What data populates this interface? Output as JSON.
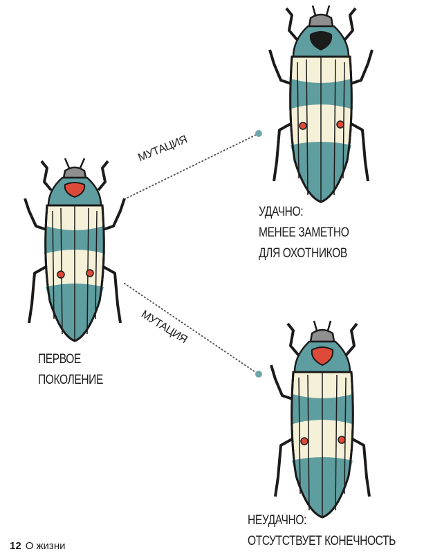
{
  "colors": {
    "teal": "#5f9ea0",
    "cream": "#f5f1d8",
    "red": "#de4a3a",
    "gray": "#8f8f8f",
    "black": "#1b1b1b",
    "dot": "#6fa8ab"
  },
  "labels": {
    "mutation_top": "МУТАЦИЯ",
    "mutation_bottom": "МУТАЦИЯ",
    "first_gen": [
      "ПЕРВОЕ",
      "ПОКОЛЕНИЕ"
    ],
    "success": [
      "УДАЧНО:",
      "МЕНЕЕ ЗАМЕТНО",
      "ДЛЯ ОХОТНИКОВ"
    ],
    "fail": [
      "НЕУДАЧНО:",
      "ОТСУТСТВУЕТ КОНЕЧНОСТЬ"
    ]
  },
  "footer": {
    "page": "12",
    "title": "О жизни"
  }
}
